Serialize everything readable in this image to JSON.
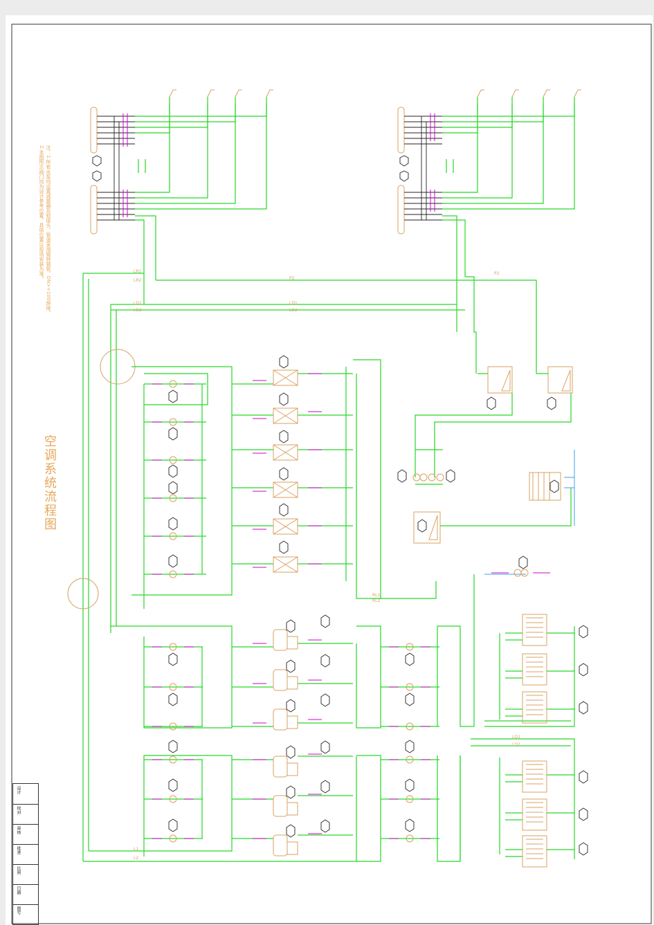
{
  "drawing": {
    "title": "空调系统流程图",
    "notes": [
      "注：1.所有水泵均设置减震器及软接头，管道采用镀锌钢管，DN>=100焊接。",
      "2.本图所示阀门均为设计参考位置，具体位置以现场安装为准。"
    ]
  },
  "pipe_labels": {
    "LR1": "LR1",
    "LR2": "LR2",
    "L1": "L1",
    "L2": "L2",
    "P2": "P2",
    "LD1": "LD1",
    "LD2": "LD2",
    "RL1": "RL1",
    "RL2": "RL2",
    "LQ1": "LQ1",
    "LQ2": "LQ2"
  },
  "title_block": {
    "rows": [
      "设计",
      "校对",
      "审核",
      "批准",
      "比例",
      "日期",
      "图号"
    ]
  },
  "colors": {
    "water_pipe": "#27d627",
    "equipment": "#d9a060",
    "valve": "#d000d0",
    "header_line": "#222222"
  }
}
